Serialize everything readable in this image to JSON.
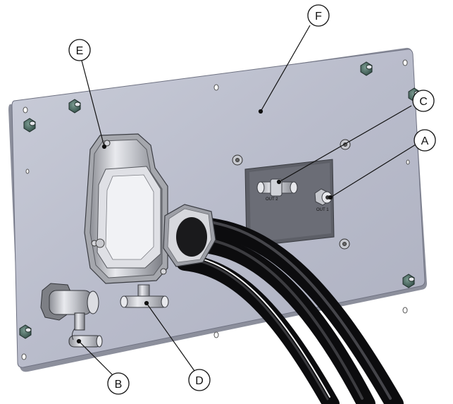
{
  "callouts": {
    "a": "A",
    "b": "B",
    "c": "C",
    "d": "D",
    "e": "E",
    "f": "F"
  },
  "port_labels": {
    "out2": "OUT 2",
    "out1": "OUT 1"
  }
}
